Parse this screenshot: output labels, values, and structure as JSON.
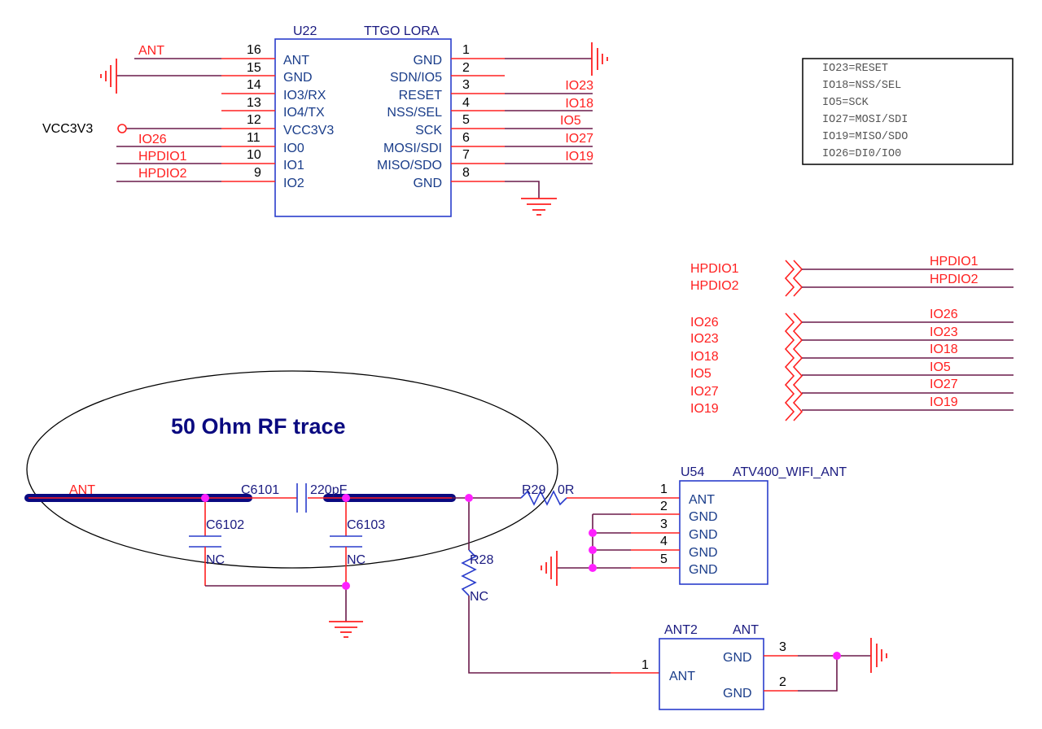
{
  "u22": {
    "designator": "U22",
    "part": "TTGO LORA",
    "left_pins": [
      {
        "num": "16",
        "name": "ANT",
        "net": "ANT"
      },
      {
        "num": "15",
        "name": "GND",
        "net": ""
      },
      {
        "num": "14",
        "name": "IO3/RX",
        "net": ""
      },
      {
        "num": "13",
        "name": "IO4/TX",
        "net": ""
      },
      {
        "num": "12",
        "name": "VCC3V3",
        "net": ""
      },
      {
        "num": "11",
        "name": "IO0",
        "net": "IO26"
      },
      {
        "num": "10",
        "name": "IO1",
        "net": "HPDIO1"
      },
      {
        "num": "9",
        "name": "IO2",
        "net": "HPDIO2"
      }
    ],
    "right_pins": [
      {
        "num": "1",
        "name": "GND",
        "net": ""
      },
      {
        "num": "2",
        "name": "SDN/IO5",
        "net": ""
      },
      {
        "num": "3",
        "name": "RESET",
        "net": "IO23"
      },
      {
        "num": "4",
        "name": "NSS/SEL",
        "net": "IO18"
      },
      {
        "num": "5",
        "name": "SCK",
        "net": "IO5"
      },
      {
        "num": "6",
        "name": "MOSI/SDI",
        "net": "IO27"
      },
      {
        "num": "7",
        "name": "MISO/SDO",
        "net": "IO19"
      },
      {
        "num": "8",
        "name": "GND",
        "net": ""
      }
    ],
    "power_label": "VCC3V3"
  },
  "note": {
    "lines": [
      "IO23=RESET",
      "IO18=NSS/SEL",
      "IO5=SCK",
      "IO27=MOSI/SDI",
      "IO19=MISO/SDO",
      "IO26=DI0/IO0"
    ]
  },
  "ports": {
    "group1": [
      {
        "left": "HPDIO1",
        "right": "HPDIO1"
      },
      {
        "left": "HPDIO2",
        "right": "HPDIO2"
      }
    ],
    "group2": [
      {
        "left": "IO26",
        "right": "IO26"
      },
      {
        "left": "IO23",
        "right": "IO23"
      },
      {
        "left": "IO18",
        "right": "IO18"
      },
      {
        "left": "IO5",
        "right": "IO5"
      },
      {
        "left": "IO27",
        "right": "IO27"
      },
      {
        "left": "IO19",
        "right": "IO19"
      }
    ]
  },
  "rf": {
    "title": "50 Ohm RF trace",
    "net_label": "ANT",
    "c6101": {
      "designator": "C6101",
      "value": "220pF"
    },
    "c6102": {
      "designator": "C6102",
      "value": "NC"
    },
    "c6103": {
      "designator": "C6103",
      "value": "NC"
    },
    "r29": {
      "designator": "R29",
      "value": "0R"
    },
    "r28": {
      "designator": "R28",
      "value": "NC"
    }
  },
  "u54": {
    "designator": "U54",
    "part": "ATV400_WIFI_ANT",
    "pins": [
      {
        "num": "1",
        "name": "ANT"
      },
      {
        "num": "2",
        "name": "GND"
      },
      {
        "num": "3",
        "name": "GND"
      },
      {
        "num": "4",
        "name": "GND"
      },
      {
        "num": "5",
        "name": "GND"
      }
    ]
  },
  "ant2": {
    "designator": "ANT2",
    "part": "ANT",
    "pins": [
      {
        "num": "1",
        "name": "ANT"
      },
      {
        "num": "3",
        "name": "GND"
      },
      {
        "num": "2",
        "name": "GND"
      }
    ]
  }
}
